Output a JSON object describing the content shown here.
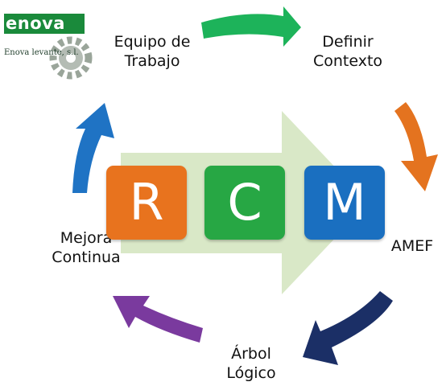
{
  "logo": {
    "wordmark": "enova",
    "tagline": "Enova levante, s.l."
  },
  "stages": {
    "equipo": [
      "Equipo de",
      "Trabajo"
    ],
    "definir": [
      "Definir",
      "Contexto"
    ],
    "amef": [
      "AMEF"
    ],
    "arbol": [
      "Árbol",
      "Lógico"
    ],
    "mejora": [
      "Mejora",
      "Continua"
    ]
  },
  "center": {
    "letters": [
      "R",
      "C",
      "M"
    ]
  },
  "colors": {
    "green_arrow": "#1db35a",
    "orange_arrow": "#e4731f",
    "navy_arrow": "#1b2f66",
    "purple_arrow": "#7a3a9e",
    "blue_arrow": "#1f73c4",
    "tile_r": "#e8731e",
    "tile_c": "#27a744",
    "tile_m": "#1a6fc0",
    "big_arrow": "#d9e8c7"
  }
}
